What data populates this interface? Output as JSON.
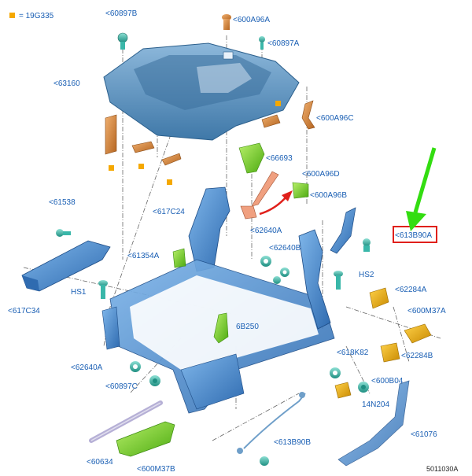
{
  "legend": {
    "symbol_color": "#f5a800",
    "text": "= 19G335"
  },
  "figure_id": "5011030A",
  "colors": {
    "part_blue": "#4a8fd6",
    "part_blue_dark": "#2f6bb0",
    "part_gray_blue": "#6f9fc9",
    "cushion": "#5f97c2",
    "orange": "#d98a3a",
    "green": "#7ed321",
    "teal": "#39b7a9",
    "callout_text": "#1a5fb4",
    "highlight_red": "#e0201b",
    "arrow_green": "#33dd11",
    "arrow_red": "#e0201b"
  },
  "labels": {
    "l60897B": "<60897B",
    "l600A96A": "<600A96A",
    "l60897A": "<60897A",
    "l63160": "<63160",
    "l600A96C": "<600A96C",
    "l66693": "<66693",
    "l600A96D": "<600A96D",
    "l600A96B": "<600A96B",
    "l61538": "<61538",
    "l617C24": "<617C24",
    "l62640A_top": "<62640A",
    "l613B90A": "<613B90A",
    "l61354A": "<61354A",
    "l62640B": "<62640B",
    "lHS2": "HS2",
    "l617C34": "<617C34",
    "lHS1": "HS1",
    "l62284A": "<62284A",
    "l600M37A": "<600M37A",
    "l6B250": "6B250",
    "l618K82": "<618K82",
    "l62284B": "<62284B",
    "l62640A_bottom": "<62640A",
    "l60897C": "<60897C",
    "l600B04": "<600B04",
    "l14N204": "14N204",
    "l613B90B": "<613B90B",
    "l61076": "<61076",
    "l60634": "<60634",
    "l600M37B": "<600M37B"
  }
}
